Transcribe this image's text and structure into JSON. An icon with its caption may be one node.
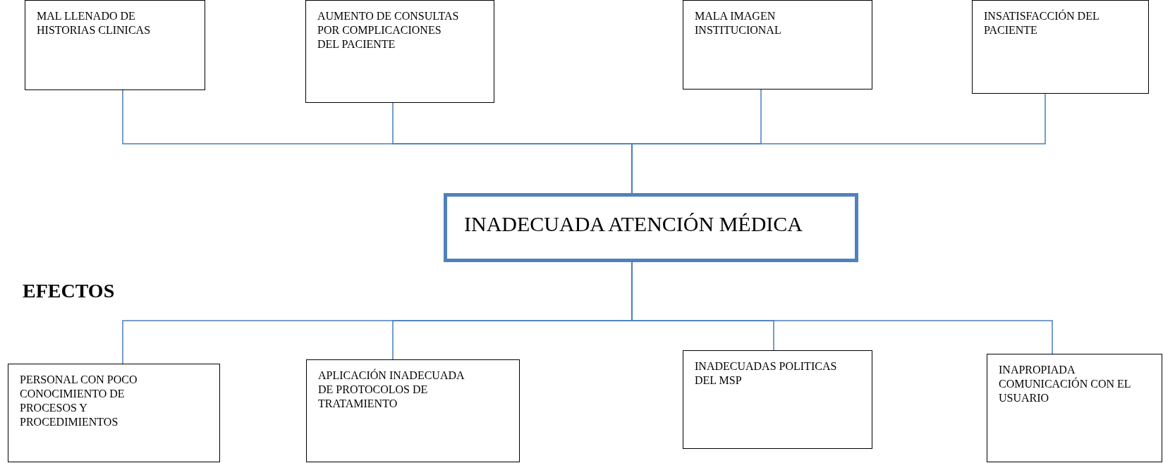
{
  "diagram": {
    "nodes": [
      {
        "text": [
          "MAL LLENADO DE HISTORIAS CLINICAS"
        ]
      },
      {
        "text": [
          "AUMENTO DE CONSULTAS POR COMPLICACIONES DEL PACIENTE"
        ]
      },
      {
        "text": [
          "MALA IMAGEN INSTITUCIONAL"
        ]
      },
      {
        "text": [
          "INSATISFACCIÓN DEL PACIENTE"
        ]
      },
      {
        "text": [
          "INADECUADA ATENCIÓN MÉDICA"
        ]
      },
      {
        "text": [
          "PERSONAL CON POCO CONOCIMIENTO DE PROCESOS Y PROCEDIMIENTOS"
        ]
      },
      {
        "text": [
          "APLICACIÓN INADECUADA DE PROTOCOLOS DE TRATAMIENTO"
        ]
      },
      {
        "text": [
          "INADECUADAS POLITICAS DEL MSP"
        ]
      },
      {
        "text": [
          "INAPROPIADA COMUNICACIÓN CON EL USUARIO"
        ]
      }
    ],
    "edges": [
      {
        "from": 0,
        "to": 4,
        "arrow": "none"
      },
      {
        "from": 1,
        "to": 4,
        "arrow": "none"
      },
      {
        "from": 2,
        "to": 4,
        "arrow": "none"
      },
      {
        "from": 3,
        "to": 4,
        "arrow": "none"
      },
      {
        "from": 4,
        "to": 5,
        "arrow": "none"
      },
      {
        "from": 4,
        "to": 6,
        "arrow": "none"
      },
      {
        "from": 4,
        "to": 7,
        "arrow": "none"
      },
      {
        "from": 4,
        "to": 8,
        "arrow": "none"
      }
    ],
    "labels": [
      "EFECTOS"
    ]
  }
}
